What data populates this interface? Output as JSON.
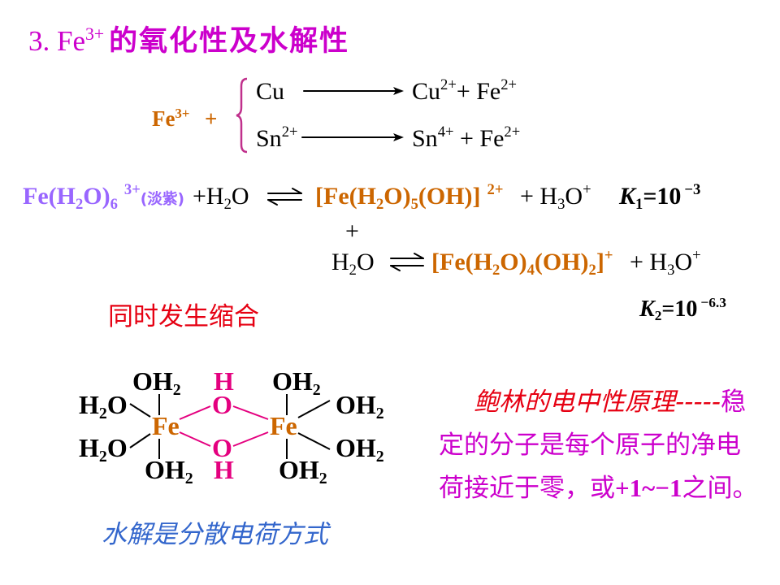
{
  "colors": {
    "title": "#CC00CC",
    "iron": "#CC6600",
    "violet": "#9966FF",
    "red": "#E60012",
    "bridge": "#E4007F",
    "brace": "#C0308C",
    "blue": "#3366CC",
    "text": "#000000"
  },
  "title": {
    "lead": "3. Fe",
    "charge": "3+",
    "text": "的氧化性及水解性"
  },
  "redox": {
    "oxidant": "Fe",
    "oxidant_charge": "3+",
    "plus": "+",
    "copper": {
      "reactant": "Cu",
      "product": "Cu",
      "product_charge": "2+",
      "join": "+ Fe",
      "iron_charge": "2+"
    },
    "tin": {
      "reactant": "Sn",
      "reactant_charge": "2+",
      "product": "Sn",
      "product_charge": "4+",
      "join": " + Fe",
      "iron_charge": "2+"
    }
  },
  "hydrolysis": {
    "step1": {
      "reactant": {
        "p1": "Fe(H",
        "s1": "2",
        "p2": "O)",
        "s2": "6",
        "charge": "3+",
        "note": "(淡紫)"
      },
      "water": {
        "p1": "+H",
        "s1": "2",
        "p2": "O"
      },
      "product": {
        "p1": "[Fe(H",
        "s1": "2",
        "p2": "O)",
        "s2": "5",
        "p3": "(OH)]",
        "charge": "2+"
      },
      "hydronium": {
        "p1": "+ H",
        "s1": "3",
        "p2": "O",
        "charge": "+"
      },
      "constant": {
        "symbol": "K",
        "index": "1",
        "value": "=10",
        "exponent": "−3"
      }
    },
    "plus": "+",
    "step2": {
      "water": {
        "p1": "H",
        "s1": "2",
        "p2": "O"
      },
      "product": {
        "p1": "[Fe(H",
        "s1": "2",
        "p2": "O)",
        "s2": "4",
        "p3": "(OH)",
        "s3": "2",
        "p4": "]",
        "charge": "+"
      },
      "hydronium": {
        "p1": "+ H",
        "s1": "3",
        "p2": "O",
        "charge": "+"
      },
      "constant": {
        "symbol": "K",
        "index": "2",
        "value": "=10",
        "exponent": "−6.3"
      }
    }
  },
  "condensation": "同时发生缩合",
  "dimer": {
    "metal": "Fe",
    "bridge_o": "O",
    "bridge_h": "H",
    "aqua_oh": "OH",
    "aqua_h": "H",
    "aqua_o": "O",
    "aqua_sub": "2"
  },
  "principle": {
    "name": "鲍林的电中性原理-----",
    "line1_tail": "稳",
    "line2": "定的分子是每个原子的净电",
    "line3_a": "荷接近于零，或",
    "line3_range": "+1~−1",
    "line3_b": "之间。"
  },
  "summary": "水解是分散电荷方式"
}
